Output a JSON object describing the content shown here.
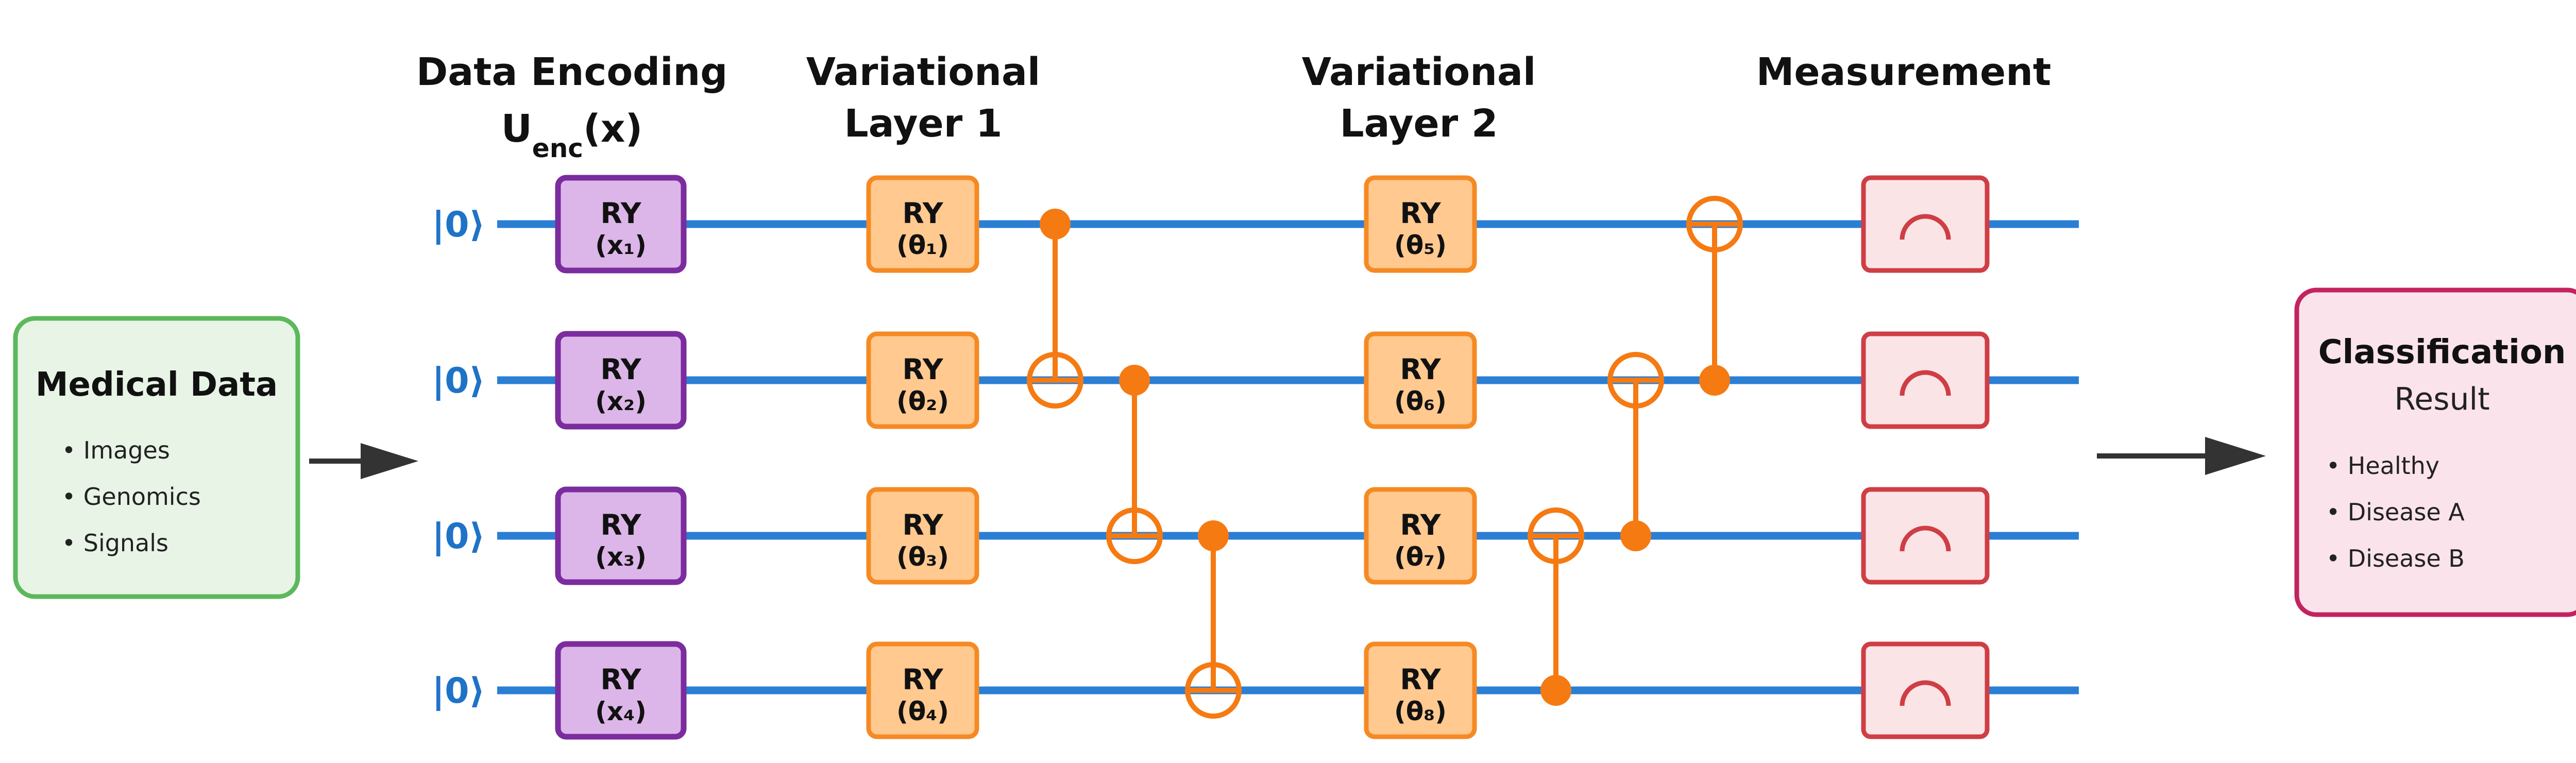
{
  "colors": {
    "wire": "#2a7fd4",
    "ket": "#1f73c7",
    "encode_fill": "#dcb6e8",
    "encode_stroke": "#7b2c9e",
    "var_fill": "#ffc98f",
    "var_stroke": "#f58a24",
    "control": "#f57a12",
    "measure_fill": "#fbe4e6",
    "measure_stroke": "#cf3e45",
    "input_fill": "#e8f4e6",
    "input_stroke": "#5cb85c",
    "output_fill": "#fbe3ec",
    "output_stroke": "#c3235f",
    "arrow": "#333333"
  },
  "headers": {
    "encoding_line1": "Data Encoding",
    "encoding_u": "U",
    "encoding_enc": "enc",
    "encoding_x": "(x)",
    "layer1_line1": "Variational",
    "layer1_line2": "Layer 1",
    "layer2_line1": "Variational",
    "layer2_line2": "Layer 2",
    "measurement": "Measurement"
  },
  "qubit_labels": [
    "|0⟩",
    "|0⟩",
    "|0⟩",
    "|0⟩"
  ],
  "encoding_gates": [
    {
      "name": "RY",
      "param": "(x₁)"
    },
    {
      "name": "RY",
      "param": "(x₂)"
    },
    {
      "name": "RY",
      "param": "(x₃)"
    },
    {
      "name": "RY",
      "param": "(x₄)"
    }
  ],
  "layer1_gates": [
    {
      "name": "RY",
      "param": "(θ₁)"
    },
    {
      "name": "RY",
      "param": "(θ₂)"
    },
    {
      "name": "RY",
      "param": "(θ₃)"
    },
    {
      "name": "RY",
      "param": "(θ₄)"
    }
  ],
  "layer2_gates": [
    {
      "name": "RY",
      "param": "(θ₅)"
    },
    {
      "name": "RY",
      "param": "(θ₆)"
    },
    {
      "name": "RY",
      "param": "(θ₇)"
    },
    {
      "name": "RY",
      "param": "(θ₈)"
    }
  ],
  "cnots": [
    {
      "control": 1,
      "target": 2
    },
    {
      "control": 2,
      "target": 3
    },
    {
      "control": 3,
      "target": 4
    },
    {
      "control": 4,
      "target": 3
    },
    {
      "control": 3,
      "target": 2
    },
    {
      "control": 2,
      "target": 1
    }
  ],
  "input_box": {
    "title": "Medical Data",
    "items": [
      "• Images",
      "• Genomics",
      "• Signals"
    ]
  },
  "output_box": {
    "title": "Classification",
    "subtitle": "Result",
    "items": [
      "• Healthy",
      "• Disease A",
      "• Disease B"
    ]
  }
}
